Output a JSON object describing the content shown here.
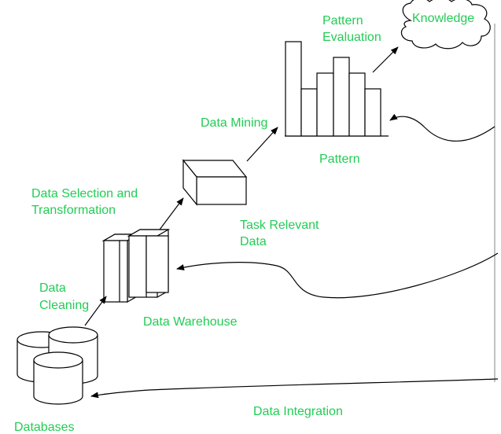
{
  "labels": {
    "databases": "Databases",
    "data_cleaning_1": "Data",
    "data_cleaning_2": "Cleaning",
    "data_warehouse": "Data Warehouse",
    "selection_1": "Data Selection and",
    "selection_2": "Transformation",
    "task_relevant_1": "Task Relevant",
    "task_relevant_2": "Data",
    "data_mining": "Data Mining",
    "pattern": "Pattern",
    "pattern_eval_1": "Pattern",
    "pattern_eval_2": "Evaluation",
    "knowledge": "Knowledge",
    "data_integration": "Data Integration"
  },
  "colors": {
    "label": "#22cc55",
    "stroke": "#000000",
    "feedback_line": "#9a9a9a"
  }
}
